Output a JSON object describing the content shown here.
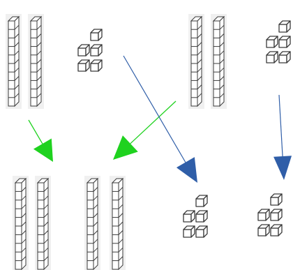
{
  "diagram": {
    "colors": {
      "background": "#ffffff",
      "block_stroke": "#3a3a3a",
      "block_shadow": "#f0f0f0",
      "arrow_green": "#1fd21f",
      "arrow_blue": "#2f5ea8"
    },
    "top_left": {
      "rods": 2,
      "units": 5
    },
    "top_right": {
      "rods": 2,
      "units": 5
    },
    "bottom_left": {
      "rods": 2
    },
    "bottom_middle": {
      "rods": 2
    },
    "bottom_third": {
      "units": 5
    },
    "bottom_right": {
      "units": 5
    },
    "arrows": [
      {
        "id": "tens-left",
        "color": "green",
        "from": "top_left",
        "to": "bottom_left"
      },
      {
        "id": "tens-right",
        "color": "green",
        "from": "top_right",
        "to": "bottom_middle"
      },
      {
        "id": "ones-left",
        "color": "blue",
        "from": "top_left",
        "to": "bottom_third"
      },
      {
        "id": "ones-right",
        "color": "blue",
        "from": "top_right",
        "to": "bottom_right"
      }
    ]
  }
}
